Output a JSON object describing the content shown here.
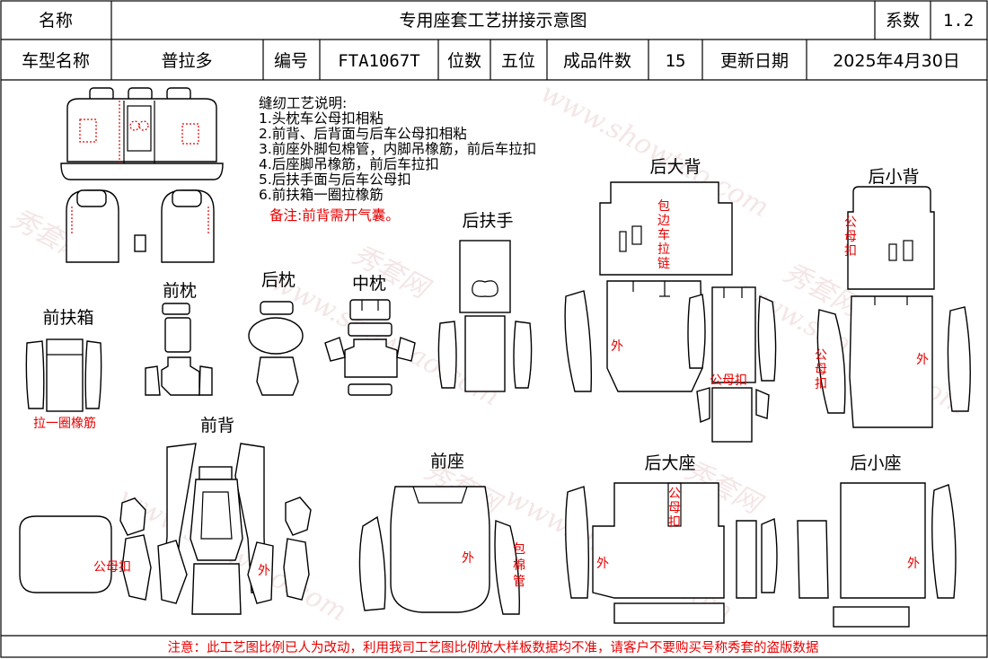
{
  "header": {
    "name_label": "名称",
    "title": "专用座套工艺拼接示意图",
    "coef_label": "系数",
    "coef_value": "1.2",
    "model_label": "车型名称",
    "model_value": "普拉多",
    "code_label": "编号",
    "code_value": "FTA1067T",
    "seat_label": "位数",
    "seat_value": "五位",
    "count_label": "成品件数",
    "count_value": "15",
    "date_label": "更新日期",
    "date_value": "2025年4月30日"
  },
  "notes": {
    "title": "缝纫工艺说明:",
    "items": [
      "1.头枕车公母扣相粘",
      "2.前背、后背面与后车公母扣相粘",
      "3.前座外脚包棉管，内脚吊橡筋，前后车拉扣",
      "4.后座脚吊橡筋，前后车拉扣",
      "5.后扶手面与后车公母扣",
      "6.前扶箱一圈拉橡筋"
    ],
    "remark": "备注:前背需开气囊。"
  },
  "groups": {
    "front_headrest": "前枕",
    "rear_headrest": "后枕",
    "middle_headrest": "中枕",
    "rear_armrest": "后扶手",
    "rear_big_back": "后大背",
    "rear_small_back": "后小背",
    "front_console": "前扶箱",
    "front_back": "前背",
    "front_seat": "前座",
    "rear_big_seat": "后大座",
    "rear_small_seat": "后小座"
  },
  "annotations": {
    "outer": "外",
    "snap": "公母扣",
    "snap_v1": "公",
    "snap_v2": "母",
    "snap_v3": "扣",
    "edge_v1": "包",
    "edge_v2": "边",
    "edge_v3": "车",
    "edge_v4": "拉",
    "edge_v5": "链",
    "tube_v1": "包",
    "tube_v2": "棉",
    "tube_v3": "管",
    "elastic": "拉一圈橡筋"
  },
  "footer": {
    "notice": "注意：此工艺图比例已人为改动，利用我司工艺图比例放大样板数据均不准，请客户不要购买号称秀套的盗版数据"
  },
  "watermark": {
    "cn": "秀套网",
    "url": "www.showtao.com"
  }
}
